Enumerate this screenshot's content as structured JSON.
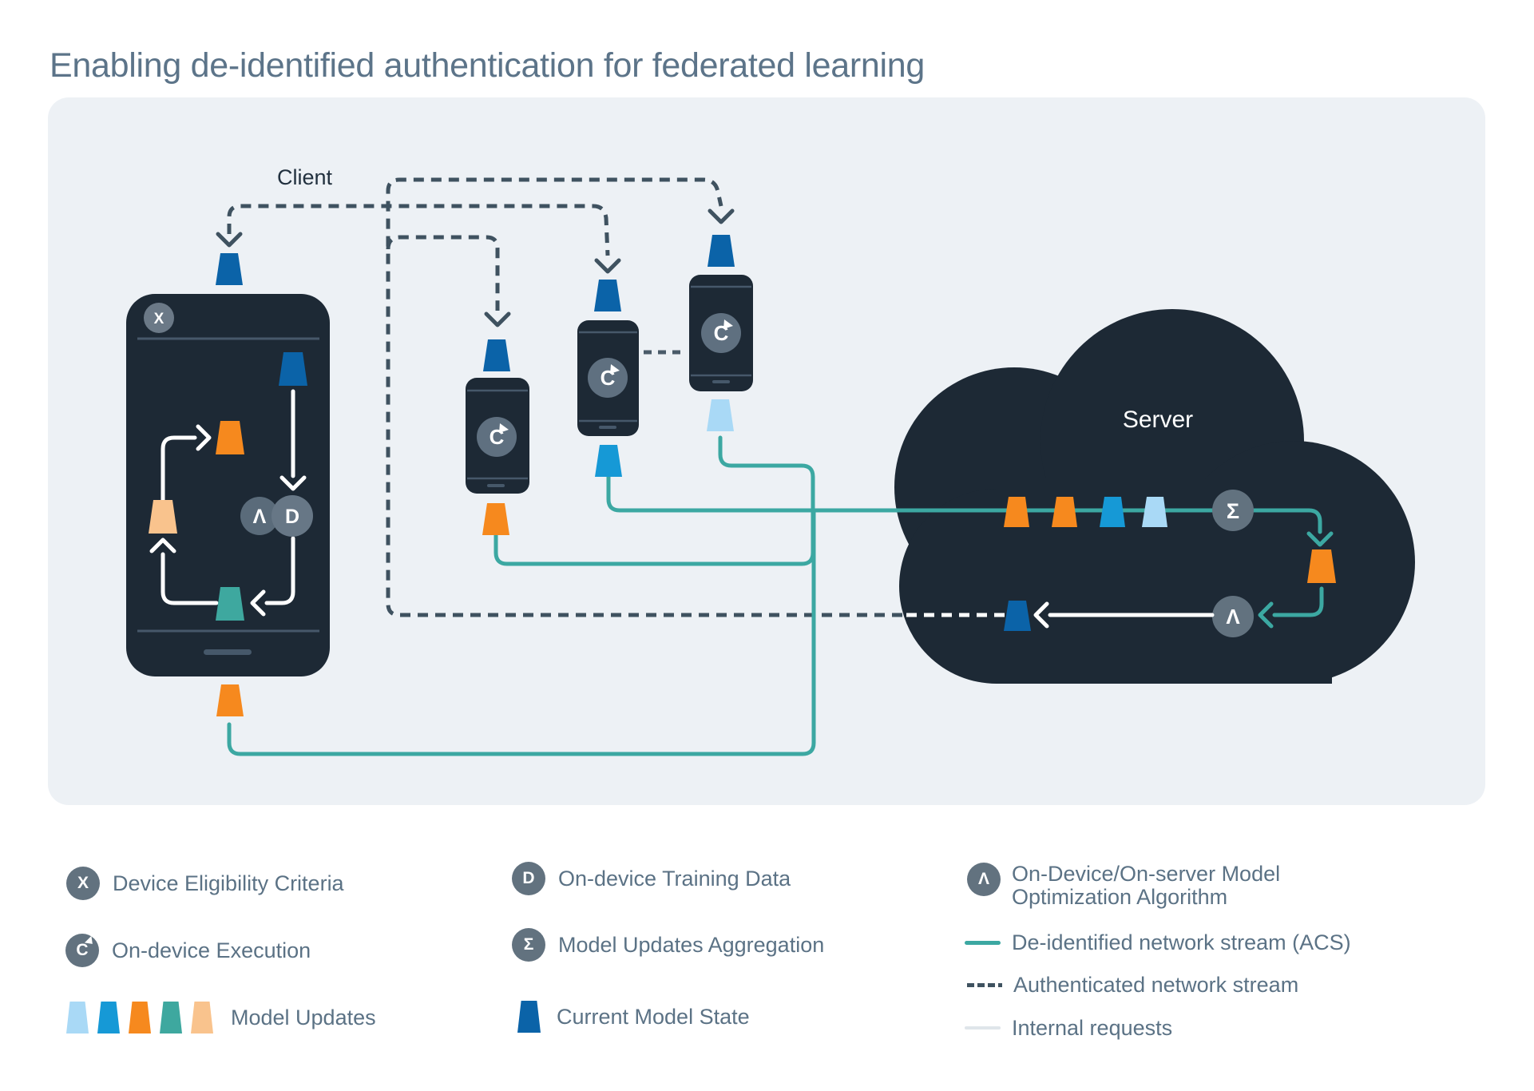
{
  "title": "Enabling de-identified authentication for federated learning",
  "diagram": {
    "client_label": "Client",
    "server_label": "Server",
    "badges": {
      "eligibility": "X",
      "execution": "C",
      "training": "D",
      "aggregation": "Σ",
      "optimization": "Λ"
    }
  },
  "legend": {
    "device_eligibility": {
      "icon": "X",
      "label": "Device Eligibility Criteria"
    },
    "on_device_execution": {
      "icon": "C",
      "label": "On-device Execution"
    },
    "model_updates": {
      "label": "Model Updates"
    },
    "on_device_training_data": {
      "icon": "D",
      "label": "On-device Training Data"
    },
    "model_updates_aggregation": {
      "icon": "Σ",
      "label": "Model Updates Aggregation"
    },
    "current_model_state": {
      "label": "Current Model State"
    },
    "optimization_algorithm": {
      "icon": "Λ",
      "label_line1": "On-Device/On-server Model",
      "label_line2": "Optimization Algorithm"
    },
    "deidentified_stream": {
      "label": "De-identified network stream (ACS)"
    },
    "authenticated_stream": {
      "label": "Authenticated network stream"
    },
    "internal_requests": {
      "label": "Internal requests"
    }
  },
  "colors": {
    "panel": "#EDF1F5",
    "navy": "#1D2935",
    "slate_badge": "#62727F",
    "dashed_stream": "#3F5260",
    "teal_stream": "#3CA8A2",
    "orange": "#F6891E",
    "tan": "#F9C38D",
    "teal_update": "#3EA89F",
    "blue_update": "#1699D6",
    "light_blue_update": "#A9D9F6",
    "current_model_state_blue": "#0B63A8",
    "internal_request": "#DFE5EA",
    "text": "#5B7285"
  }
}
